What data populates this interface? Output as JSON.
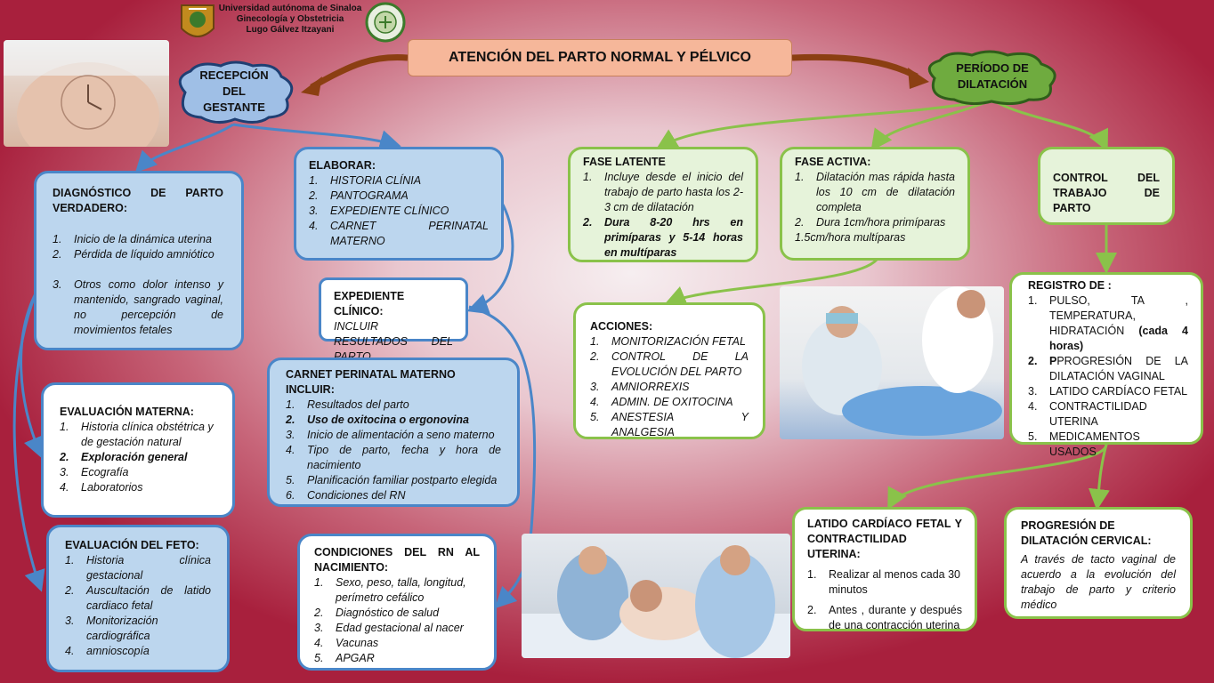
{
  "header": {
    "university": "Universidad autónoma de Sinaloa",
    "department": "Ginecología y Obstetricia",
    "author": "Lugo Gálvez Itzayani"
  },
  "title": "ATENCIÓN DEL PARTO NORMAL Y PÉLVICO",
  "reception": {
    "label": "RECEPCIÓN DEL GESTANTE"
  },
  "dilation": {
    "label": "PERÍODO DE DILATACIÓN"
  },
  "diagnostico": {
    "title": "DIAGNÓSTICO DE PARTO VERDADERO:",
    "items": [
      {
        "n": "1.",
        "text": "Inicio de la dinámica uterina"
      },
      {
        "n": "2.",
        "text": "Pérdida de líquido amniótico"
      },
      {
        "n": "3.",
        "text": "Otros como dolor intenso y mantenido, sangrado vaginal, no percepción de movimientos fetales"
      }
    ]
  },
  "elaborar": {
    "title": "ELABORAR:",
    "items": [
      {
        "n": "1.",
        "text": "HISTORIA CLÍNIA"
      },
      {
        "n": "2.",
        "text": "PANTOGRAMA"
      },
      {
        "n": "3.",
        "text": "EXPEDIENTE CLÍNICO"
      },
      {
        "n": "4.",
        "text": "CARNET PERINATAL MATERNO"
      }
    ]
  },
  "expediente": {
    "title": "EXPEDIENTE CLÍNICO:",
    "text": "INCLUIR RESULTADOS DEL PARTO"
  },
  "carnet": {
    "title": "CARNET PERINATAL MATERNO INCLUIR:",
    "items": [
      {
        "n": "1.",
        "text": "Resultados del parto"
      },
      {
        "n": "2.",
        "text": "Uso de oxitocina o ergonovina"
      },
      {
        "n": "3.",
        "text": "Inicio de alimentación a seno materno"
      },
      {
        "n": "4.",
        "text": "Tipo de parto, fecha y hora de nacimiento"
      },
      {
        "n": "5.",
        "text": "Planificación familiar postparto elegida"
      },
      {
        "n": "6.",
        "text": "Condiciones del RN"
      }
    ]
  },
  "evaluacion_materna": {
    "title": "EVALUACIÓN MATERNA:",
    "items": [
      {
        "n": "1.",
        "text": "Historia clínica obstétrica y de gestación natural"
      },
      {
        "n": "2.",
        "text": "Exploración general"
      },
      {
        "n": "3.",
        "text": "Ecografía"
      },
      {
        "n": "4.",
        "text": "Laboratorios"
      }
    ]
  },
  "evaluacion_feto": {
    "title": "EVALUACIÓN DEL FETO:",
    "items": [
      {
        "n": "1.",
        "text": "Historia clínica gestacional"
      },
      {
        "n": "2.",
        "text": "Auscultación de latido cardiaco fetal"
      },
      {
        "n": "3.",
        "text": "Monitorización cardiográfica"
      },
      {
        "n": "4.",
        "text": "amnioscopía"
      }
    ]
  },
  "condiciones_rn": {
    "title": "CONDICIONES DEL RN AL NACIMIENTO:",
    "items": [
      {
        "n": "1.",
        "text": "Sexo, peso, talla, longitud, perímetro cefálico"
      },
      {
        "n": "2.",
        "text": "Diagnóstico de salud"
      },
      {
        "n": "3.",
        "text": "Edad gestacional al nacer"
      },
      {
        "n": "4.",
        "text": "Vacunas"
      },
      {
        "n": "5.",
        "text": "APGAR"
      }
    ]
  },
  "fase_latente": {
    "title": "FASE LATENTE",
    "items": [
      {
        "n": "1.",
        "text": "Incluye desde el inicio del trabajo de parto hasta los 2-3 cm de dilatación"
      },
      {
        "n": "2.",
        "text": "Dura 8-20 hrs en primíparas y 5-14 horas en multíparas"
      }
    ]
  },
  "fase_activa": {
    "title": "FASE ACTIVA:",
    "items": [
      {
        "n": "1.",
        "text": "Dilatación mas rápida hasta los 10 cm de dilatación completa"
      },
      {
        "n": "2.",
        "text": "Dura 1cm/hora primíparas"
      }
    ],
    "extra": "1.5cm/hora multíparas"
  },
  "control": {
    "title": "CONTROL DEL TRABAJO DE PARTO"
  },
  "acciones": {
    "title": "ACCIONES:",
    "items": [
      {
        "n": "1.",
        "text": "MONITORIZACIÓN FETAL"
      },
      {
        "n": "2.",
        "text": "CONTROL DE LA EVOLUCIÓN DEL PARTO"
      },
      {
        "n": "3.",
        "text": "AMNIORREXIS"
      },
      {
        "n": "4.",
        "text": "ADMIN. DE OXITOCINA"
      },
      {
        "n": "5.",
        "text": "ANESTESIA Y ANALGESIA"
      }
    ]
  },
  "registro": {
    "title": "REGISTRO DE :",
    "items": [
      {
        "n": "1.",
        "text": "PULSO, TA , TEMPERATURA, HIDRATACIÓN",
        "bold": "(cada 4 horas)"
      },
      {
        "n": "2.",
        "bold_start": "P",
        "text": "PROGRESIÓN DE LA DILATACIÓN VAGINAL"
      },
      {
        "n": "3.",
        "text": "LATIDO CARDÍACO FETAL"
      },
      {
        "n": "4.",
        "text": "CONTRACTILIDAD UTERINA"
      },
      {
        "n": "5.",
        "text": "MEDICAMENTOS USADOS"
      }
    ]
  },
  "latido": {
    "title": "LATIDO CARDÍACO FETAL Y CONTRACTILIDAD UTERINA:",
    "items": [
      {
        "n": "1.",
        "text": "Realizar al menos cada 30 minutos"
      },
      {
        "n": "2.",
        "text": "Antes , durante y después de una contracción uterina"
      }
    ]
  },
  "progresion": {
    "title": "PROGRESIÓN DE DILATACIÓN CERVICAL:",
    "text": "A través de tacto vaginal de acuerdo a la evolución del trabajo de parto y criterio médico"
  },
  "colors": {
    "blue_box": "#bcd6ee",
    "blue_border": "#4a86c8",
    "green_border": "#8ac24a",
    "green_box": "#e6f3da",
    "title_box": "#f6b79a",
    "brown_arrow": "#8b3f12",
    "bubble_green": "#6fab3f",
    "bubble_blue": "#9fbfe6"
  }
}
